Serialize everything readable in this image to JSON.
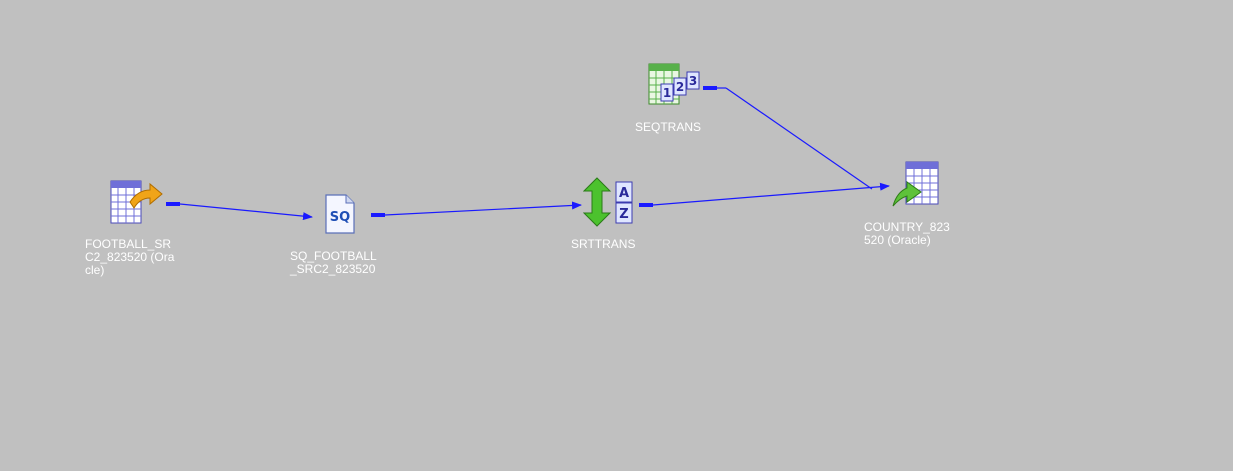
{
  "colors": {
    "background": "#c0c0c0",
    "link": "#1a1aff",
    "label": "#ffffff"
  },
  "nodes": {
    "source": {
      "icon": "source-table-icon",
      "label_lines": [
        "FOOTBALL_SR",
        "C2_823520 (Ora",
        "cle)"
      ]
    },
    "source_qualifier": {
      "icon": "source-qualifier-icon",
      "icon_text": "SQ",
      "label_lines": [
        "SQ_FOOTBALL",
        "_SRC2_823520"
      ]
    },
    "sorter": {
      "icon": "sorter-icon",
      "icon_text": [
        "A",
        "Z"
      ],
      "label_lines": [
        "SRTTRANS"
      ]
    },
    "sequence": {
      "icon": "sequence-generator-icon",
      "icon_text": [
        "1",
        "2",
        "3"
      ],
      "label_lines": [
        "SEQTRANS"
      ]
    },
    "target": {
      "icon": "target-table-icon",
      "label_lines": [
        "COUNTRY_823",
        "520 (Oracle)"
      ]
    }
  },
  "links": [
    {
      "from": "source",
      "to": "source_qualifier"
    },
    {
      "from": "source_qualifier",
      "to": "sorter"
    },
    {
      "from": "sorter",
      "to": "target"
    },
    {
      "from": "sequence",
      "to": "target"
    }
  ]
}
